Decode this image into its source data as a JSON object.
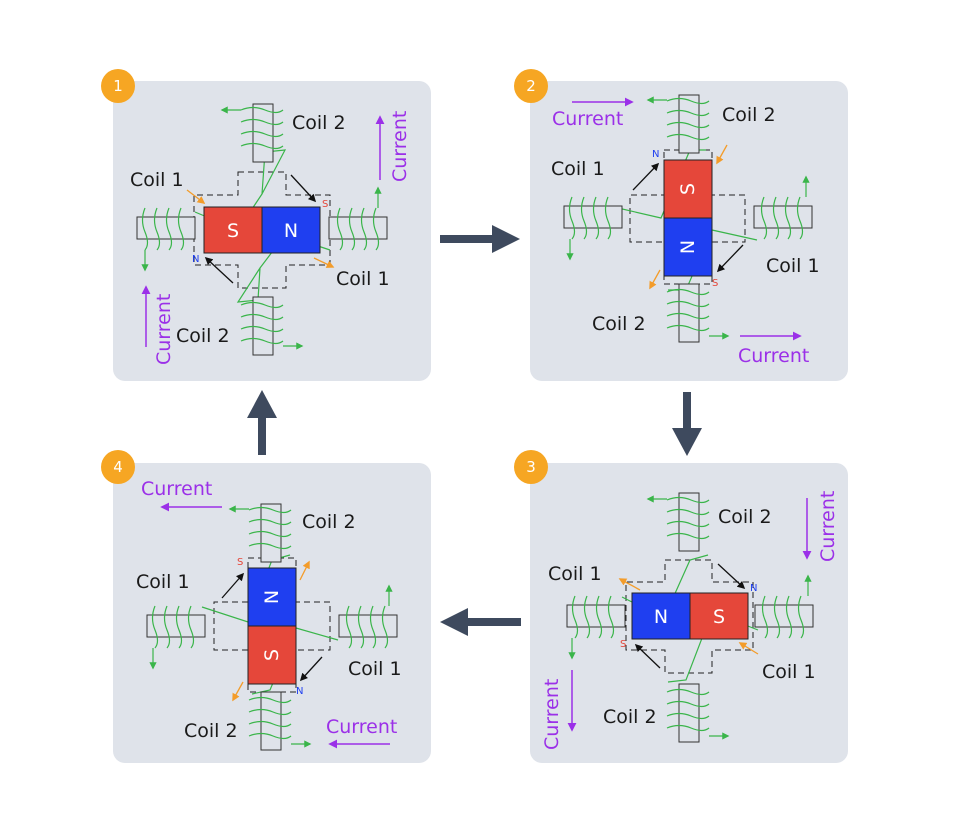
{
  "colors": {
    "panel": "#dfe3ea",
    "badge": "#f6a623",
    "south": "#e5473a",
    "north": "#1f3ff0",
    "coil_wire": "#3ab54a",
    "orange_arrow": "#f39c2a",
    "current": "#9b30e8",
    "flow_arrow": "#3e4a5e",
    "pole_label_n": "#1f3ff0",
    "pole_label_s": "#e5473a"
  },
  "labels": {
    "coil1": "Coil 1",
    "coil2": "Coil 2",
    "current": "Current",
    "north": "N",
    "south": "S"
  },
  "steps": [
    {
      "number": "1"
    },
    {
      "number": "2"
    },
    {
      "number": "3"
    },
    {
      "number": "4"
    }
  ]
}
